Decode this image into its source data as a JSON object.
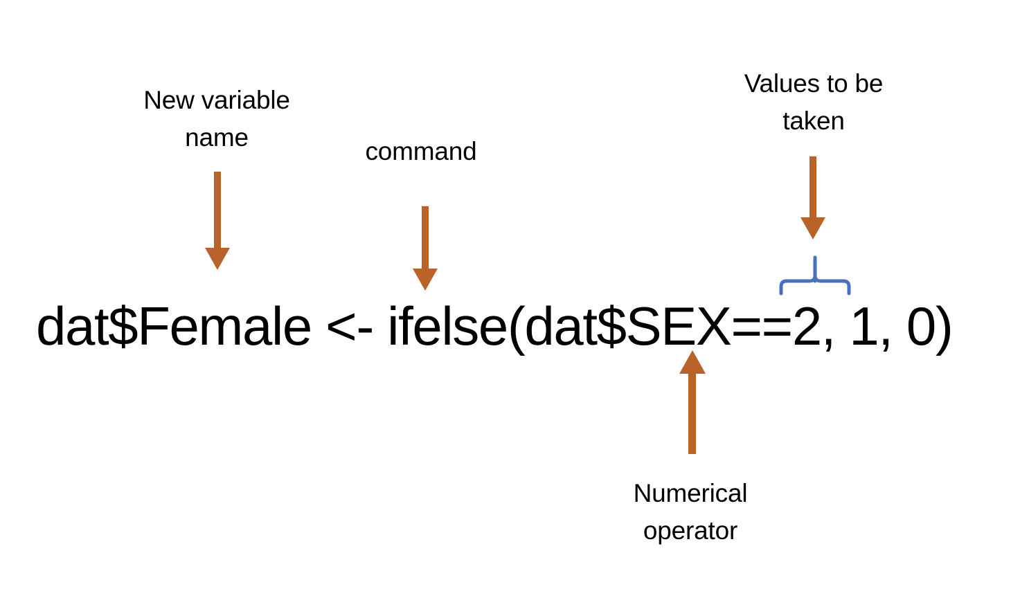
{
  "diagram": {
    "title": "R ifelse command annotated breakdown",
    "background_color": "#FFFFFF",
    "code": {
      "text": "dat$Female <- ifelse(dat$SEX==2, 1, 0)",
      "color": "#000000"
    },
    "annotations": [
      {
        "id": "new-variable-name",
        "label": "New variable\nname",
        "points_to": "dat$Female",
        "marker": "down-arrow",
        "color": "#B9622A"
      },
      {
        "id": "command",
        "label": "command",
        "points_to": "ifelse",
        "marker": "down-arrow",
        "color": "#B9622A"
      },
      {
        "id": "values-to-be-taken",
        "label": "Values to be\ntaken",
        "points_to": "1, 0",
        "marker": "down-arrow",
        "color": "#B9622A"
      },
      {
        "id": "numerical-operator",
        "label": "Numerical\noperator",
        "points_to": "==",
        "marker": "up-arrow",
        "color": "#B9622A"
      }
    ],
    "brace": {
      "id": "values-brace",
      "orientation": "up",
      "color": "#4A6FBF",
      "spans": "1, 0"
    },
    "colors": {
      "arrow": "#B9622A",
      "brace": "#4A6FBF",
      "text": "#000000",
      "background": "#FFFFFF"
    }
  }
}
